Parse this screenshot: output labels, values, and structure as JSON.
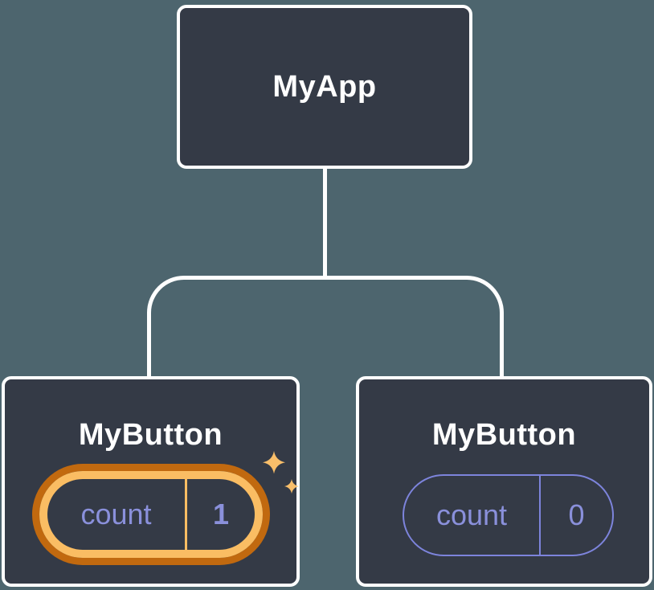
{
  "diagram": {
    "description": "React component tree with state pills",
    "tree": {
      "root": {
        "label": "MyApp"
      },
      "children": [
        {
          "label": "MyButton",
          "state": {
            "key": "count",
            "value": "1"
          },
          "highlighted": true,
          "badge_icon": "sparkles"
        },
        {
          "label": "MyButton",
          "state": {
            "key": "count",
            "value": "0"
          },
          "highlighted": false
        }
      ]
    },
    "colors": {
      "background": "#4d656e",
      "node_fill": "#343a46",
      "node_border": "#ffffff",
      "connector": "#ffffff",
      "state_text": "#8a90db",
      "state_border": "#7d84dc",
      "highlight_outer": "#c1690f",
      "highlight_inner": "#fabd63",
      "sparkle": "#f8be6a"
    }
  }
}
